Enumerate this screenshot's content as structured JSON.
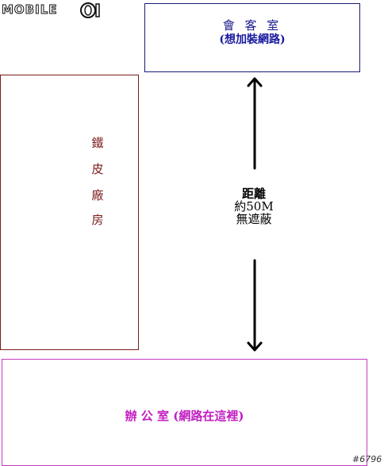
{
  "logo": {
    "text": "MOBILE01"
  },
  "meeting_room": {
    "title": "會 客 室",
    "note": "(想加裝網路)"
  },
  "factory": {
    "chars": [
      "鐵",
      "皮",
      "廠",
      "房"
    ]
  },
  "distance": {
    "line1": "距離",
    "line2": "約50M",
    "line3": "無遮蔽"
  },
  "office": {
    "label": "辦 公 室 (網路在這裡)"
  },
  "corner_id": "#6796",
  "colors": {
    "meeting_border": "#1a1a7a",
    "factory_border": "#7a1a1a",
    "office_border": "#c23ac2",
    "office_text": "#c21fc2"
  }
}
